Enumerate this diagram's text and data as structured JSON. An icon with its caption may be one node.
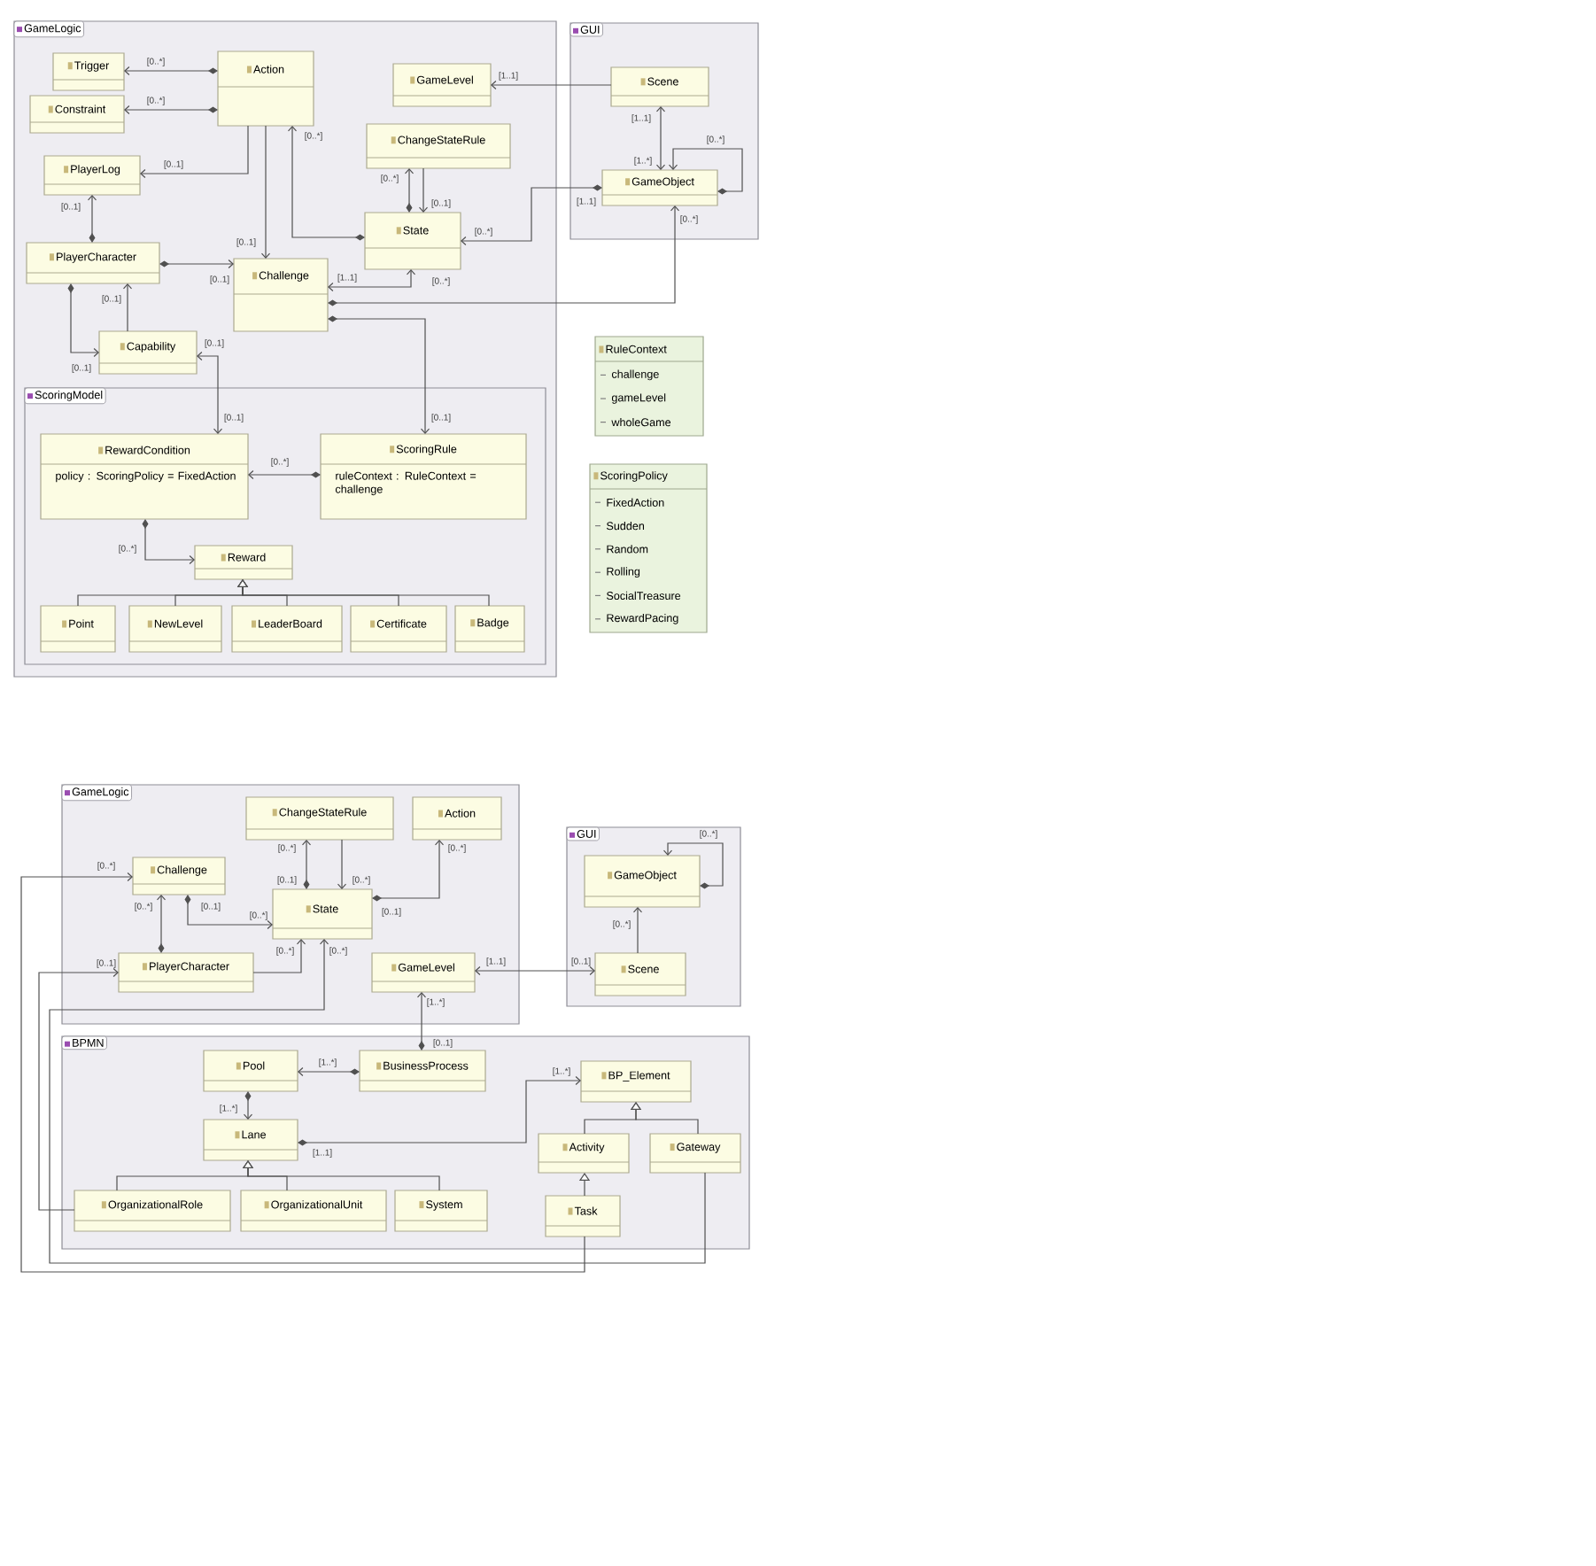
{
  "diagram": {
    "nodes": [
      {
        "text": [
          "GameLogic"
        ]
      },
      {
        "text": [
          "Trigger"
        ],
        "in": 0
      },
      {
        "text": [
          "Constraint"
        ],
        "in": 0
      },
      {
        "text": [
          "Action"
        ],
        "in": 0
      },
      {
        "text": [
          "GameLevel"
        ],
        "in": 0
      },
      {
        "text": [
          "PlayerLog"
        ],
        "in": 0
      },
      {
        "text": [
          "ChangeStateRule"
        ],
        "in": 0
      },
      {
        "text": [
          "PlayerCharacter"
        ],
        "in": 0
      },
      {
        "text": [
          "Challenge"
        ],
        "in": 0
      },
      {
        "text": [
          "State"
        ],
        "in": 0
      },
      {
        "text": [
          "Capability"
        ],
        "in": 0
      },
      {
        "text": [
          "ScoringModel"
        ],
        "in": 0
      },
      {
        "text": [
          "RewardCondition",
          "policy : ScoringPolicy = FixedAction"
        ],
        "in": 11
      },
      {
        "text": [
          "ScoringRule",
          "ruleContext : RuleContext = challenge"
        ],
        "in": 11
      },
      {
        "text": [
          "Reward"
        ],
        "in": 11
      },
      {
        "text": [
          "Point"
        ],
        "in": 11
      },
      {
        "text": [
          "NewLevel"
        ],
        "in": 11
      },
      {
        "text": [
          "LeaderBoard"
        ],
        "in": 11
      },
      {
        "text": [
          "Certificate"
        ],
        "in": 11
      },
      {
        "text": [
          "Badge"
        ],
        "in": 11
      },
      {
        "text": [
          "GUI"
        ]
      },
      {
        "text": [
          "Scene"
        ],
        "in": 20
      },
      {
        "text": [
          "GameObject"
        ],
        "in": 20
      },
      {
        "text": [
          "RuleContext",
          "challenge",
          "gameLevel",
          "wholeGame"
        ]
      },
      {
        "text": [
          "ScoringPolicy",
          "FixedAction",
          "Sudden",
          "Random",
          "Rolling",
          "SocialTreasure",
          "RewardPacing"
        ]
      },
      {
        "text": [
          "GameLogic"
        ]
      },
      {
        "text": [
          "ChangeStateRule"
        ],
        "in": 25
      },
      {
        "text": [
          "Action"
        ],
        "in": 25
      },
      {
        "text": [
          "Challenge"
        ],
        "in": 25
      },
      {
        "text": [
          "State"
        ],
        "in": 25
      },
      {
        "text": [
          "PlayerCharacter"
        ],
        "in": 25
      },
      {
        "text": [
          "GameLevel"
        ],
        "in": 25
      },
      {
        "text": [
          "GUI"
        ]
      },
      {
        "text": [
          "GameObject"
        ],
        "in": 32
      },
      {
        "text": [
          "Scene"
        ],
        "in": 32
      },
      {
        "text": [
          "BPMN"
        ]
      },
      {
        "text": [
          "Pool"
        ],
        "in": 35
      },
      {
        "text": [
          "BusinessProcess"
        ],
        "in": 35
      },
      {
        "text": [
          "BP_Element"
        ],
        "in": 35
      },
      {
        "text": [
          "Lane"
        ],
        "in": 35
      },
      {
        "text": [
          "Activity"
        ],
        "in": 35
      },
      {
        "text": [
          "Gateway"
        ],
        "in": 35
      },
      {
        "text": [
          "OrganizationalRole"
        ],
        "in": 35
      },
      {
        "text": [
          "OrganizationalUnit"
        ],
        "in": 35
      },
      {
        "text": [
          "System"
        ],
        "in": 35
      },
      {
        "text": [
          "Task"
        ],
        "in": 35
      }
    ],
    "edges": [
      {
        "from": 3,
        "to": 1,
        "arrow": "to",
        "label": "[0..*]"
      },
      {
        "from": 3,
        "to": 2,
        "arrow": "to",
        "label": "[0..*]"
      },
      {
        "from": 3,
        "to": 5,
        "arrow": "to",
        "label": "[0..1]"
      },
      {
        "from": 3,
        "to": 8,
        "arrow": "to",
        "label": "[0..1]"
      },
      {
        "from": 9,
        "to": 3,
        "arrow": "to",
        "label": "[0..*]"
      },
      {
        "from": 7,
        "to": 5,
        "arrow": "to",
        "label": "[0..1]"
      },
      {
        "from": 7,
        "to": 8,
        "arrow": "to",
        "label": "[0..1]"
      },
      {
        "from": 9,
        "to": 6,
        "arrow": "to",
        "label": "[0..*]"
      },
      {
        "from": 6,
        "to": 9,
        "arrow": "to",
        "label": "[0..1]"
      },
      {
        "from": 8,
        "to": 9,
        "arrow": "both",
        "label": "[1..1]"
      },
      {
        "from": 8,
        "to": 13,
        "arrow": "to",
        "label": "[0..1]"
      },
      {
        "from": 8,
        "to": 22,
        "arrow": "to",
        "label": "[0..*]"
      },
      {
        "from": 22,
        "to": 9,
        "arrow": "to",
        "label": "[0..*]"
      },
      {
        "from": 21,
        "to": 4,
        "arrow": "to",
        "label": "[1..1]"
      },
      {
        "from": 21,
        "to": 22,
        "arrow": "both",
        "label": "[1..*]"
      },
      {
        "from": 22,
        "to": 22,
        "arrow": "to",
        "label": "[0..*]"
      },
      {
        "from": 7,
        "to": 10,
        "arrow": "to",
        "label": "[0..1]"
      },
      {
        "from": 10,
        "to": 7,
        "arrow": "to",
        "label": "[0..1]"
      },
      {
        "from": 10,
        "to": 12,
        "arrow": "both",
        "label": "[0..1]"
      },
      {
        "from": 13,
        "to": 12,
        "arrow": "to",
        "label": "[0..*]"
      },
      {
        "from": 12,
        "to": 14,
        "arrow": "to",
        "label": "[0..*]"
      },
      {
        "from": 15,
        "to": 14,
        "arrow": "to"
      },
      {
        "from": 16,
        "to": 14,
        "arrow": "to"
      },
      {
        "from": 17,
        "to": 14,
        "arrow": "to"
      },
      {
        "from": 18,
        "to": 14,
        "arrow": "to"
      },
      {
        "from": 19,
        "to": 14,
        "arrow": "to"
      },
      {
        "from": 29,
        "to": 26,
        "arrow": "to",
        "label": "[0..*]"
      },
      {
        "from": 26,
        "to": 29,
        "arrow": "to",
        "label": "[0..*]"
      },
      {
        "from": 29,
        "to": 27,
        "arrow": "to",
        "label": "[0..*]"
      },
      {
        "from": 28,
        "to": 29,
        "arrow": "to",
        "label": "[0..*]"
      },
      {
        "from": 30,
        "to": 28,
        "arrow": "to",
        "label": "[0..*]"
      },
      {
        "from": 30,
        "to": 29,
        "arrow": "to",
        "label": "[0..*]"
      },
      {
        "from": 45,
        "to": 28,
        "arrow": "to",
        "label": "[0..*]"
      },
      {
        "from": 42,
        "to": 30,
        "arrow": "to",
        "label": "[0..1]"
      },
      {
        "from": 41,
        "to": 29,
        "arrow": "to",
        "label": "[0..*]"
      },
      {
        "from": 31,
        "to": 34,
        "arrow": "both",
        "label": "[1..1]"
      },
      {
        "from": 34,
        "to": 33,
        "arrow": "to",
        "label": "[0..*]"
      },
      {
        "from": 33,
        "to": 33,
        "arrow": "to",
        "label": "[0..*]"
      },
      {
        "from": 37,
        "to": 31,
        "arrow": "to",
        "label": "[1..*]"
      },
      {
        "from": 37,
        "to": 36,
        "arrow": "to",
        "label": "[1..*]"
      },
      {
        "from": 36,
        "to": 39,
        "arrow": "to",
        "label": "[1..*]"
      },
      {
        "from": 39,
        "to": 38,
        "arrow": "to",
        "label": "[1..*]"
      },
      {
        "from": 42,
        "to": 39,
        "arrow": "to"
      },
      {
        "from": 43,
        "to": 39,
        "arrow": "to"
      },
      {
        "from": 44,
        "to": 39,
        "arrow": "to"
      },
      {
        "from": 40,
        "to": 38,
        "arrow": "to"
      },
      {
        "from": 41,
        "to": 38,
        "arrow": "to"
      },
      {
        "from": 45,
        "to": 40,
        "arrow": "to"
      }
    ],
    "labels": [
      "[0..*]",
      "[1..1]",
      "[1..1]",
      "[0..1]",
      "[0..1]",
      "[0..1]",
      "[0..1]",
      "[0..1]",
      "[0..1]",
      "[1..1]"
    ]
  }
}
